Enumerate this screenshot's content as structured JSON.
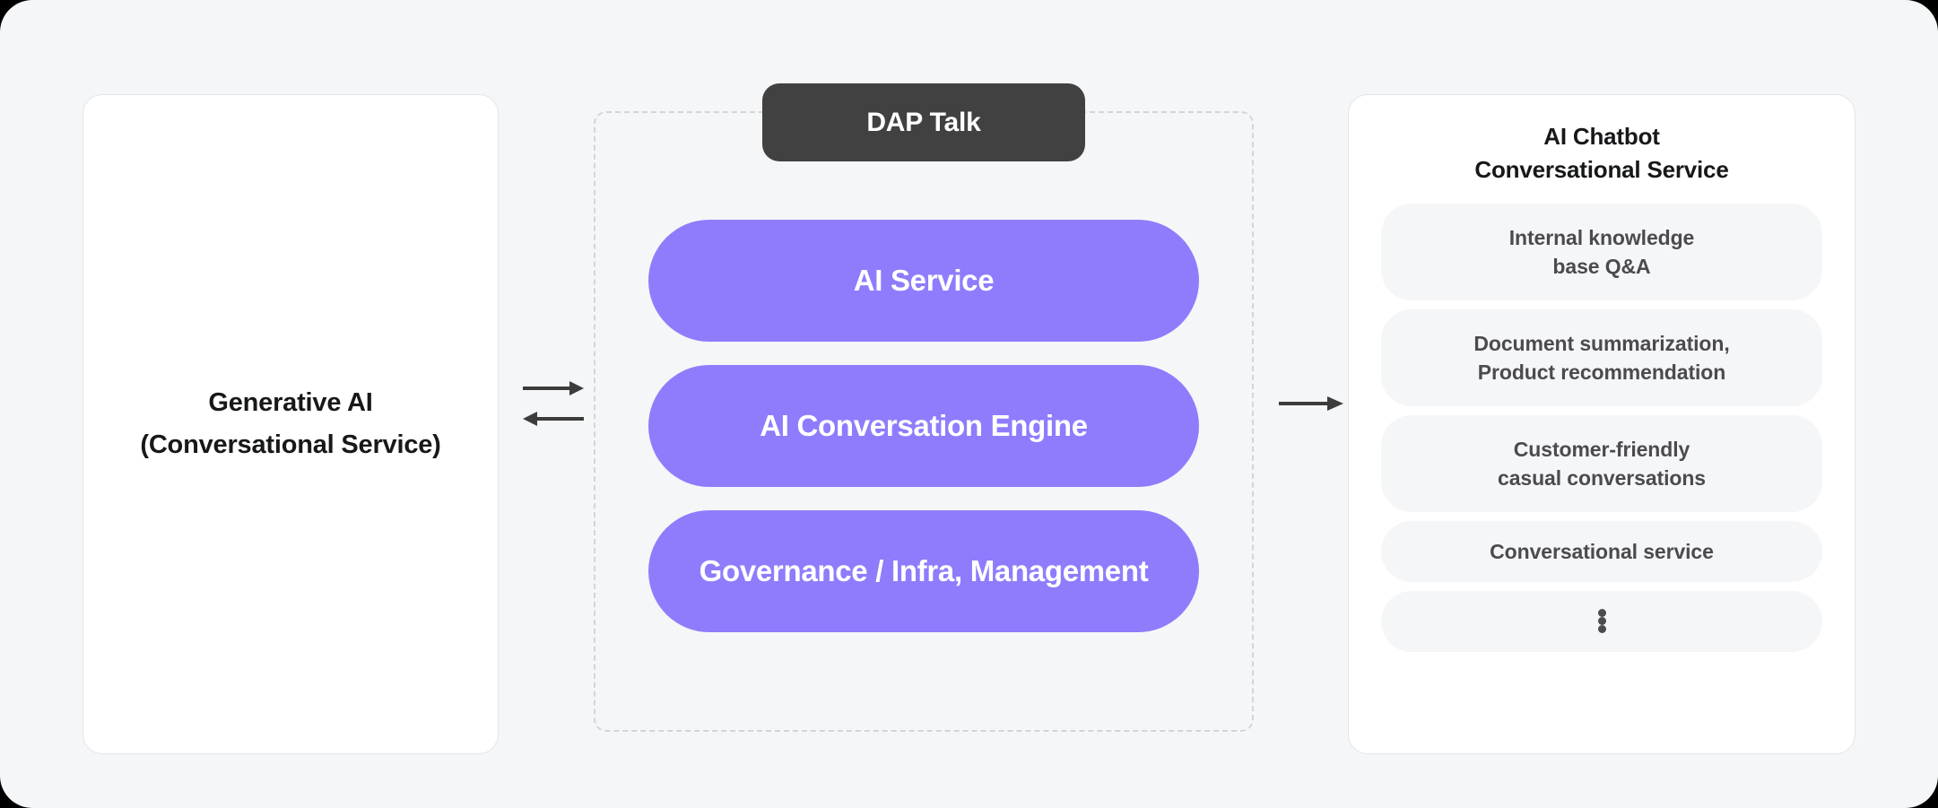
{
  "colors": {
    "page_background": "#F5F6F8",
    "card_background": "#FFFFFF",
    "card_border": "#E3E5E8",
    "accent_purple": "#8D7DFC",
    "badge_dark": "#414141",
    "chip_background": "#F5F6F8",
    "chip_text": "#4B4B4D",
    "dashed_border": "#D2D5D9",
    "heading_text": "#17181A"
  },
  "left_card": {
    "title_line_1": "Generative AI",
    "title_line_2": "(Conversational Service)"
  },
  "arrows": {
    "left_arrow_forward_icon": "arrow-right-icon",
    "left_arrow_backward_icon": "arrow-left-icon",
    "right_arrow_icon": "arrow-right-icon"
  },
  "middle": {
    "badge_label": "DAP Talk",
    "layers": [
      {
        "label": "AI Service"
      },
      {
        "label": "AI Conversation Engine"
      },
      {
        "label": "Governance / Infra, Management"
      }
    ]
  },
  "right_card": {
    "title_line_1": "AI Chatbot",
    "title_line_2": "Conversational Service",
    "chips": [
      {
        "line_1": "Internal knowledge",
        "line_2": "base Q&A"
      },
      {
        "line_1": "Document summarization,",
        "line_2": "Product recommendation"
      },
      {
        "line_1": "Customer-friendly",
        "line_2": "casual conversations"
      },
      {
        "line_1": "Conversational service",
        "line_2": ""
      },
      {
        "line_1": "",
        "line_2": ""
      }
    ],
    "more_indicator": "•••"
  }
}
